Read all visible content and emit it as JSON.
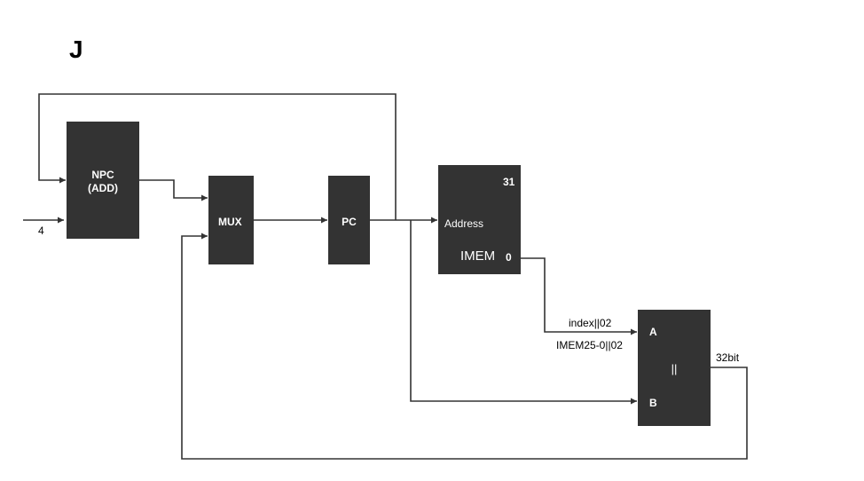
{
  "diagram": {
    "title": "J",
    "blocks": {
      "npc": {
        "line1": "NPC",
        "line2": "(ADD)"
      },
      "mux": {
        "label": "MUX"
      },
      "pc": {
        "label": "PC"
      },
      "imem": {
        "name": "IMEM",
        "bit_high": "31",
        "bit_low": "0",
        "input": "Address"
      },
      "concat": {
        "label": "||",
        "input_a": "A",
        "input_b": "B"
      }
    },
    "wire_labels": {
      "const_four": "4",
      "index": "index||02",
      "imem_field": "IMEM25-0||02",
      "width": "32bit"
    },
    "colors": {
      "block_fill": "#333333",
      "block_text": "#ffffff",
      "wire": "#333333",
      "text": "#000000"
    }
  }
}
